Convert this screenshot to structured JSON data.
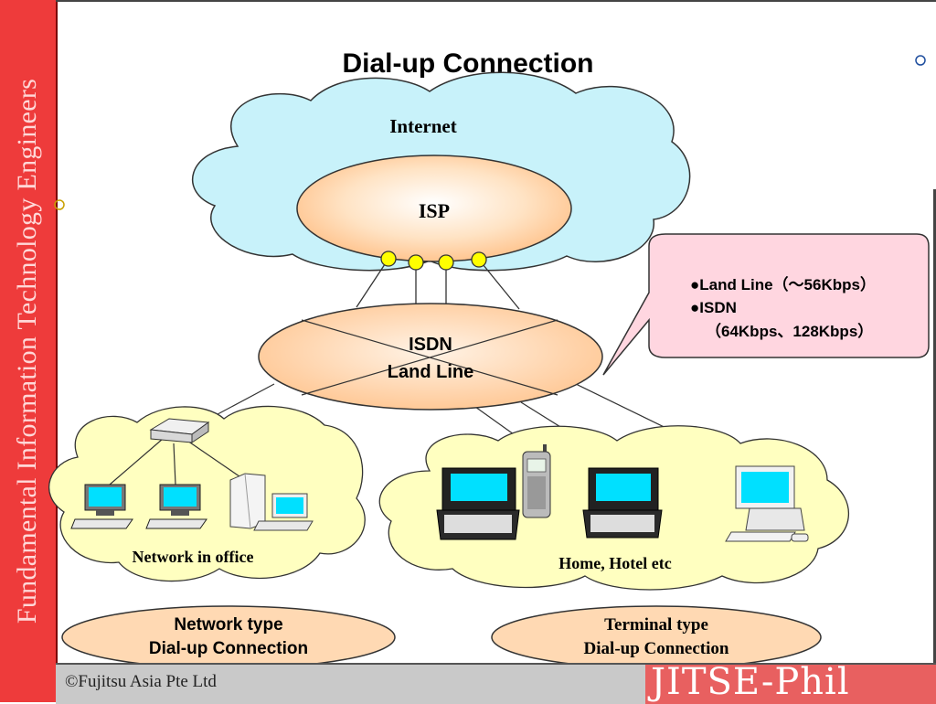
{
  "slide": {
    "title": "Dial-up Connection",
    "sidebar_text": "Fundamental Information Technology Engineers",
    "copyright": "©Fujitsu Asia Pte Ltd",
    "logo_text": "JITSE-Phil"
  },
  "diagram": {
    "internet_label": "Internet",
    "isp_label": "ISP",
    "network_line1": "ISDN",
    "network_line2": "Land Line",
    "office_label": "Network in office",
    "home_label": "Home, Hotel etc",
    "callout": {
      "line1": "●Land Line（～56Kbps）",
      "line2": "●ISDN",
      "line3": "（64Kbps、128Kbps）"
    },
    "network_type": {
      "line1": "Network type",
      "line2": "Dial-up Connection"
    },
    "terminal_type": {
      "line1": "Terminal type",
      "line2": "Dial-up Connection"
    }
  },
  "colors": {
    "sidebar": "#ee3b3b",
    "internet_cloud": "#c8f2fa",
    "local_cloud": "#ffffc0",
    "oval_fill": "#ffd9b3",
    "callout_fill": "#ffd6e0",
    "port_fill": "#ffff00"
  }
}
